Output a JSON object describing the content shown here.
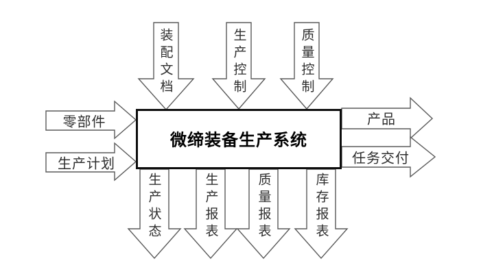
{
  "diagram": {
    "title": "微缔装备生产系统",
    "top_inputs": [
      {
        "label": "装配文档"
      },
      {
        "label": "生产控制"
      },
      {
        "label": "质量控制"
      }
    ],
    "left_inputs": [
      {
        "label": "零部件"
      },
      {
        "label": "生产计划"
      }
    ],
    "right_outputs": [
      {
        "label": "产品"
      },
      {
        "label": "任务交付"
      }
    ],
    "bottom_outputs": [
      {
        "label": "生产状态"
      },
      {
        "label": "生产报表"
      },
      {
        "label": "质量报表"
      },
      {
        "label": "库存报表"
      }
    ],
    "colors": {
      "background": "#ffffff",
      "arrow_fill": "#ffffff",
      "arrow_outline": "#595959",
      "box_border": "#0d0d0d",
      "label_text": "#2e2e2e",
      "title_text": "#000000"
    }
  }
}
